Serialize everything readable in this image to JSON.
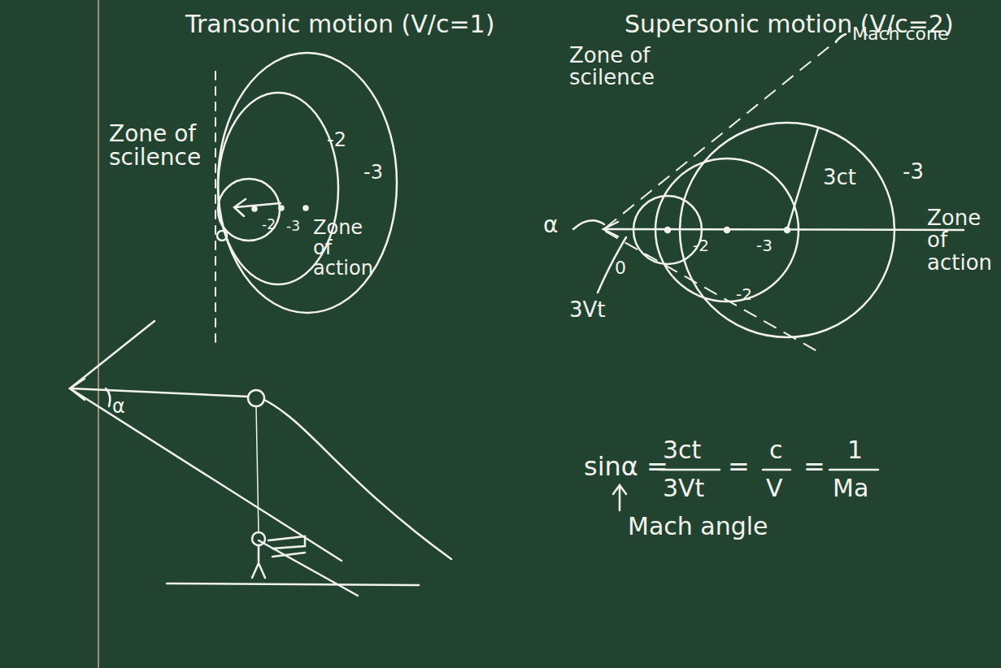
{
  "diagram": {
    "labels": [
      "Transonic motion (V/c=1)",
      "Supersonic motion (V/c=2)",
      "Zone of scilence",
      "-2",
      "-3",
      "-2",
      "-3",
      "Zone of action",
      "Zone of scilence",
      "Mach cone",
      "3ct",
      "-3",
      "Zone of action",
      "α",
      "0",
      "3Vt",
      "-2",
      "-3",
      "-2",
      "α",
      "sinα =",
      "3ct",
      "3Vt",
      "=",
      "c",
      "V",
      "=",
      "1",
      "Ma",
      "Mach angle"
    ]
  }
}
